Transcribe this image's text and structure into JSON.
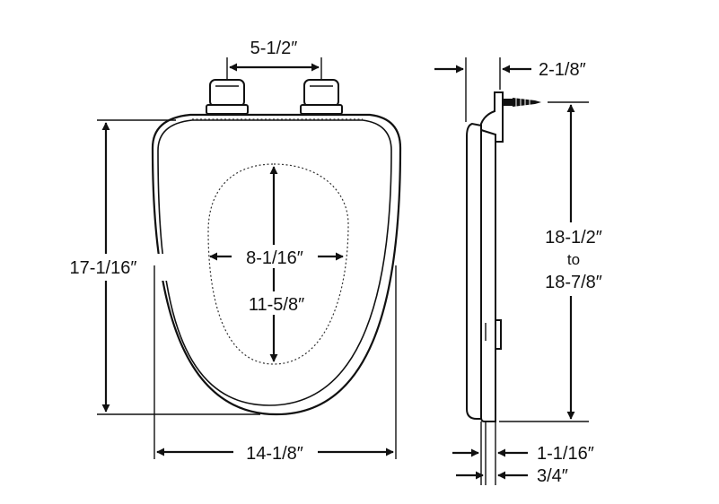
{
  "dimensions": {
    "hinge_spacing": "5-1/2″",
    "seat_length": "17-1/16″",
    "opening_width": "8-1/16″",
    "opening_length": "11-5/8″",
    "seat_width": "14-1/8″",
    "hinge_offset": "2-1/8″",
    "bolt_to_front_line1": "18-1/2″",
    "bolt_to_front_line2": "to",
    "bolt_to_front_line3": "18-7/8″",
    "seat_thickness": "1-1/16″",
    "bottom_thickness": "3/4″"
  },
  "colors": {
    "line": "#111111",
    "background": "#ffffff"
  }
}
